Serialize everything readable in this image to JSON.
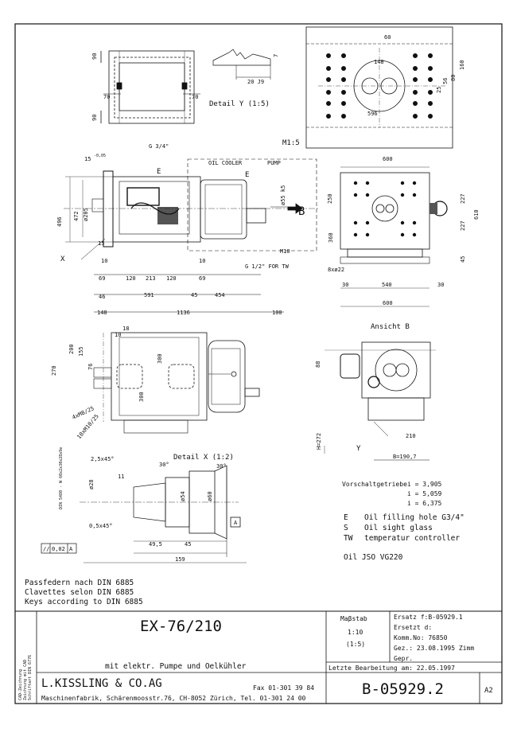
{
  "drawing": {
    "detail_y": "Detail Y (1:5)",
    "detail_x": "Detail X (1:2)",
    "m15": "M1:5",
    "ansicht_b": "Ansicht B",
    "top_left": {
      "d90a": "90",
      "d90b": "90",
      "d70a": "70",
      "d70b": "70"
    },
    "dety": {
      "d7": "7",
      "dj9": "20 J9"
    },
    "topright": {
      "d60": "60",
      "d148": "148",
      "d596": "596",
      "d25": "25",
      "d56": "56",
      "d80": "80",
      "d160": "160"
    },
    "main": {
      "g34": "G 3/4\"",
      "oilcooler": "OIL COOLER",
      "pump": "PUMP",
      "e1": "E",
      "e2": "E",
      "d15": "15",
      "d005": "-0,05",
      "d496": "496",
      "d472": "472",
      "d205": "ø205",
      "d55": "ø55 k5",
      "b": "B",
      "x": "X",
      "d15b": "15",
      "d10a": "10",
      "d10b": "10",
      "m10": "M10",
      "g12": "G 1/2\" FOR TW",
      "d69a": "69",
      "d120a": "120",
      "d213": "213",
      "d120b": "120",
      "d69b": "69",
      "d46": "46",
      "d591": "591",
      "d45": "45",
      "d454": "454",
      "d148": "148",
      "d1136": "1136",
      "d100": "100"
    },
    "right": {
      "d600": "600",
      "d250": "250",
      "d360": "360",
      "d227a": "227",
      "d227b": "227",
      "d610": "610",
      "d45": "45",
      "d8x22": "8xø22",
      "d30a": "30",
      "d540": "540",
      "d30b": "30",
      "d600b": "600"
    },
    "front": {
      "d18": "18",
      "d10": "10",
      "d200": "200",
      "d155": "155",
      "d76": "76",
      "d270": "270",
      "d300a": "300",
      "d300b": "300",
      "d4x": "4xM8/25",
      "d10x": "10xM10/25",
      "din": "DIN 5480 - W 60x2x30x28x9e"
    },
    "ansicht": {
      "d88": "88",
      "d210": "210",
      "dh": "H=272",
      "db": "B=190,7",
      "y": "Y"
    },
    "detx": {
      "d25": "2,5x45°",
      "d30a": "30°",
      "d30b": "30°",
      "d28": "ø28",
      "d11": "11",
      "d54": "ø54",
      "d60": "ø60",
      "d05": "0,5x45°",
      "d495": "49,5",
      "d45": "45",
      "d159": "159",
      "a": "A",
      "tol": "0,02",
      "tola": "A",
      "tolsym": "//"
    }
  },
  "notes": {
    "vorschalt_label": "Vorschaltgetriebe",
    "ratios": [
      "i = 3,905",
      "i = 5,059",
      "i = 6,375"
    ],
    "legend": [
      {
        "code": "E",
        "text": "Oil filling hole G3/4\""
      },
      {
        "code": "S",
        "text": "Oil sight glass"
      },
      {
        "code": "TW",
        "text": "temperatur controller"
      }
    ],
    "oil": "Oil   JSO VG220",
    "keys": [
      "Passfedern nach   DIN 6885",
      "Clavettes selon   DIN 6885",
      "Keys according to DIN 6885"
    ]
  },
  "title_block": {
    "title": "EX-76/210",
    "subtitle": "mit elektr. Pumpe und Oelkühler",
    "massstab_label": "Maβstab",
    "scale1": "1:10",
    "scale2": "(1:5)",
    "ersatz": "Ersatz  f:B-05929.1",
    "ersetzt": "Ersetzt d:",
    "komm": "Komm.No:  76850",
    "gez": "Gez.: 23.08.1995  Zimm",
    "gepr": "Gepr.",
    "letzte": "Letzte Bearbeitung am:  22.05.1997",
    "company": "L.KISSLING & CO.AG",
    "fax": "Fax  01-301 39 84",
    "address": "Maschinenfabrik, Schärenmoosstr.76, CH-8052 Zürich, Tel. 01-301 24 00",
    "drawing_no": "B-05929.2",
    "size": "A2",
    "side1": "CAD-Zeichnung",
    "side2": "Zeichnung mit CAD",
    "side3": "Schriftart DIN 6776"
  }
}
